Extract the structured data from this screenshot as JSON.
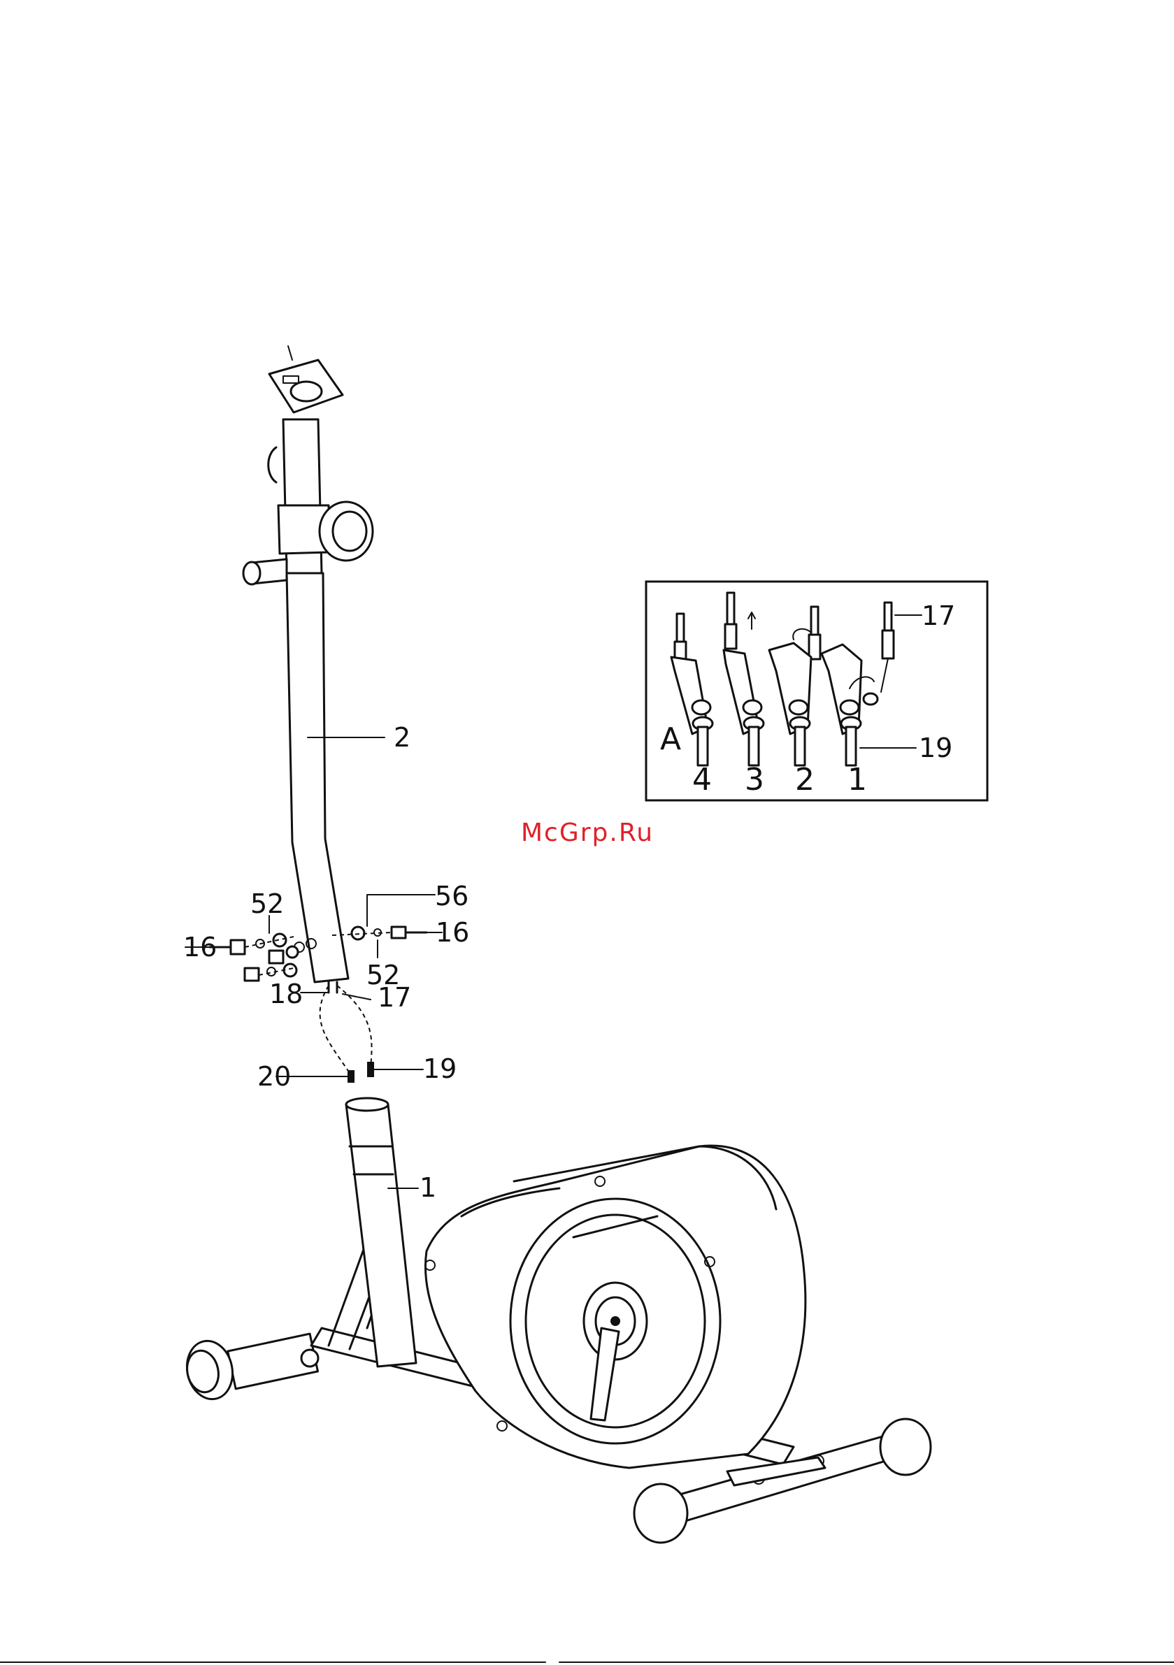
{
  "watermark": "McGrp.Ru",
  "main_labels": {
    "part_1": "1",
    "part_2": "2",
    "part_16_left": "16",
    "part_16_right": "16",
    "part_52_top": "52",
    "part_52_bottom": "52",
    "part_56": "56",
    "part_17": "17",
    "part_18": "18",
    "part_19": "19",
    "part_20": "20"
  },
  "inset": {
    "label_a": "A",
    "part_17": "17",
    "part_19": "19",
    "steps": [
      "4",
      "3",
      "2",
      "1"
    ]
  }
}
